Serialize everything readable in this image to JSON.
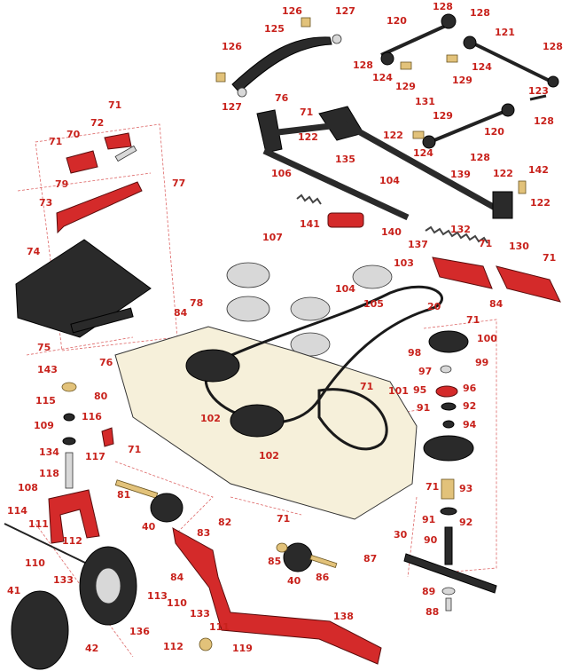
{
  "callouts": [
    {
      "id": "c126a",
      "text": "126"
    },
    {
      "id": "c127a",
      "text": "127"
    },
    {
      "id": "c125",
      "text": "125"
    },
    {
      "id": "c126b",
      "text": "126"
    },
    {
      "id": "c127b",
      "text": "127"
    },
    {
      "id": "c120a",
      "text": "120"
    },
    {
      "id": "c128a",
      "text": "128"
    },
    {
      "id": "c128b",
      "text": "128"
    },
    {
      "id": "c121",
      "text": "121"
    },
    {
      "id": "c128c",
      "text": "128"
    },
    {
      "id": "c128d",
      "text": "128"
    },
    {
      "id": "c124a",
      "text": "124"
    },
    {
      "id": "c124b",
      "text": "124"
    },
    {
      "id": "c129a",
      "text": "129"
    },
    {
      "id": "c129b",
      "text": "129"
    },
    {
      "id": "c131",
      "text": "131"
    },
    {
      "id": "c123",
      "text": "123"
    },
    {
      "id": "c76a",
      "text": "76"
    },
    {
      "id": "c71a",
      "text": "71"
    },
    {
      "id": "c122a",
      "text": "122"
    },
    {
      "id": "c129c",
      "text": "129"
    },
    {
      "id": "c120b",
      "text": "120"
    },
    {
      "id": "c122b",
      "text": "122"
    },
    {
      "id": "c128e",
      "text": "128"
    },
    {
      "id": "c124c",
      "text": "124"
    },
    {
      "id": "c128f",
      "text": "128"
    },
    {
      "id": "c71b",
      "text": "71"
    },
    {
      "id": "c72",
      "text": "72"
    },
    {
      "id": "c70",
      "text": "70"
    },
    {
      "id": "c71c",
      "text": "71"
    },
    {
      "id": "c79",
      "text": "79"
    },
    {
      "id": "c77",
      "text": "77"
    },
    {
      "id": "c73",
      "text": "73"
    },
    {
      "id": "c135",
      "text": "135"
    },
    {
      "id": "c139",
      "text": "139"
    },
    {
      "id": "c106",
      "text": "106"
    },
    {
      "id": "c104a",
      "text": "104"
    },
    {
      "id": "c122c",
      "text": "122"
    },
    {
      "id": "c142",
      "text": "142"
    },
    {
      "id": "c122d",
      "text": "122"
    },
    {
      "id": "c141",
      "text": "141"
    },
    {
      "id": "c140",
      "text": "140"
    },
    {
      "id": "c132",
      "text": "132"
    },
    {
      "id": "c107",
      "text": "107"
    },
    {
      "id": "c137",
      "text": "137"
    },
    {
      "id": "c71d",
      "text": "71"
    },
    {
      "id": "c130",
      "text": "130"
    },
    {
      "id": "c71e",
      "text": "71"
    },
    {
      "id": "c103",
      "text": "103"
    },
    {
      "id": "c74",
      "text": "74"
    },
    {
      "id": "c104b",
      "text": "104"
    },
    {
      "id": "c105",
      "text": "105"
    },
    {
      "id": "c20",
      "text": "20"
    },
    {
      "id": "c84a",
      "text": "84"
    },
    {
      "id": "c78",
      "text": "78"
    },
    {
      "id": "c84b",
      "text": "84"
    },
    {
      "id": "c71f",
      "text": "71"
    },
    {
      "id": "c100",
      "text": "100"
    },
    {
      "id": "c75",
      "text": "75"
    },
    {
      "id": "c76b",
      "text": "76"
    },
    {
      "id": "c98",
      "text": "98"
    },
    {
      "id": "c99",
      "text": "99"
    },
    {
      "id": "c143",
      "text": "143"
    },
    {
      "id": "c97",
      "text": "97"
    },
    {
      "id": "c80",
      "text": "80"
    },
    {
      "id": "c71g",
      "text": "71"
    },
    {
      "id": "c101",
      "text": "101"
    },
    {
      "id": "c95",
      "text": "95"
    },
    {
      "id": "c96",
      "text": "96"
    },
    {
      "id": "c115",
      "text": "115"
    },
    {
      "id": "c91a",
      "text": "91"
    },
    {
      "id": "c92a",
      "text": "92"
    },
    {
      "id": "c116",
      "text": "116"
    },
    {
      "id": "c102a",
      "text": "102"
    },
    {
      "id": "c109",
      "text": "109"
    },
    {
      "id": "c94",
      "text": "94"
    },
    {
      "id": "c71h",
      "text": "71"
    },
    {
      "id": "c134",
      "text": "134"
    },
    {
      "id": "c117",
      "text": "117"
    },
    {
      "id": "c102b",
      "text": "102"
    },
    {
      "id": "c118",
      "text": "118"
    },
    {
      "id": "c71i",
      "text": "71"
    },
    {
      "id": "c93",
      "text": "93"
    },
    {
      "id": "c108",
      "text": "108"
    },
    {
      "id": "c81",
      "text": "81"
    },
    {
      "id": "c114",
      "text": "114"
    },
    {
      "id": "c40a",
      "text": "40"
    },
    {
      "id": "c82",
      "text": "82"
    },
    {
      "id": "c71j",
      "text": "71"
    },
    {
      "id": "c91b",
      "text": "91"
    },
    {
      "id": "c92b",
      "text": "92"
    },
    {
      "id": "c111a",
      "text": "111"
    },
    {
      "id": "c83",
      "text": "83"
    },
    {
      "id": "c30",
      "text": "30"
    },
    {
      "id": "c112a",
      "text": "112"
    },
    {
      "id": "c90",
      "text": "90"
    },
    {
      "id": "c110a",
      "text": "110"
    },
    {
      "id": "c133a",
      "text": "133"
    },
    {
      "id": "c85",
      "text": "85"
    },
    {
      "id": "c87",
      "text": "87"
    },
    {
      "id": "c84c",
      "text": "84"
    },
    {
      "id": "c40b",
      "text": "40"
    },
    {
      "id": "c86",
      "text": "86"
    },
    {
      "id": "c41",
      "text": "41"
    },
    {
      "id": "c113",
      "text": "113"
    },
    {
      "id": "c89",
      "text": "89"
    },
    {
      "id": "c110b",
      "text": "110"
    },
    {
      "id": "c88",
      "text": "88"
    },
    {
      "id": "c133b",
      "text": "133"
    },
    {
      "id": "c138",
      "text": "138"
    },
    {
      "id": "c136",
      "text": "136"
    },
    {
      "id": "c111b",
      "text": "111"
    },
    {
      "id": "c42",
      "text": "42"
    },
    {
      "id": "c112b",
      "text": "112"
    },
    {
      "id": "c119",
      "text": "119"
    }
  ]
}
